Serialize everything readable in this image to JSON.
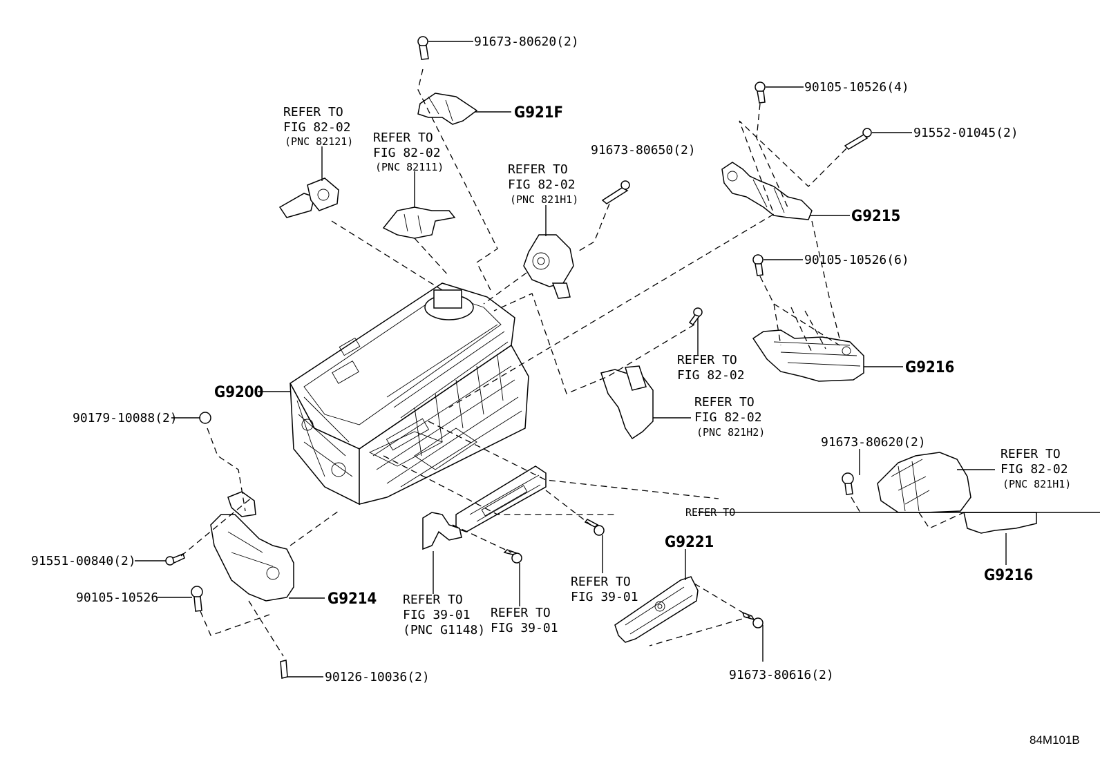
{
  "callouts": {
    "bolt_top_g921f": "91673-80620(2)",
    "g921f": "G921F",
    "ref_82121_l1": "REFER TO",
    "ref_82121_l2": "FIG 82-02",
    "ref_82121_l3": "(PNC 82121)",
    "ref_82111_l1": "REFER TO",
    "ref_82111_l2": "FIG 82-02",
    "ref_82111_l3": "(PNC 82111)",
    "bolt_80650": "91673-80650(2)",
    "ref_821h1_l1": "REFER TO",
    "ref_821h1_l2": "FIG 82-02",
    "ref_821h1_l3": "(PNC 821H1)",
    "bolt_10526_4": "90105-10526(4)",
    "bolt_01045": "91552-01045(2)",
    "g9215": "G9215",
    "bolt_10526_6": "90105-10526(6)",
    "g9216_upper": "G9216",
    "ref_fig8202_a_l1": "REFER TO",
    "ref_fig8202_a_l2": "FIG 82-02",
    "ref_821h2_l1": "REFER TO",
    "ref_821h2_l2": "FIG 82-02",
    "ref_821h2_l3": "(PNC 821H2)",
    "g9200": "G9200",
    "bolt_10088": "90179-10088(2)",
    "bolt_00840": "91551-00840(2)",
    "bolt_10526": "90105-10526",
    "g9214": "G9214",
    "bolt_10036": "90126-10036(2)",
    "ref_g1148_l1": "REFER TO",
    "ref_g1148_l2": "FIG 39-01",
    "ref_g1148_l3": "(PNC G1148)",
    "ref_3901_a_l1": "REFER TO",
    "ref_3901_a_l2": "FIG 39-01",
    "ref_3901_b_l1": "REFER TO",
    "ref_3901_b_l2": "FIG 39-01",
    "g9221": "G9221",
    "bolt_80616": "91673-80616(2)",
    "bolt_80620_right": "91673-80620(2)",
    "ref_821h1_right_l1": "REFER TO",
    "ref_821h1_right_l2": "FIG 82-02",
    "ref_821h1_right_l3": "(PNC 821H1)",
    "g9216_lower": "G9216",
    "cut_text": "REFER TO",
    "diagram_id": "84M101B"
  }
}
